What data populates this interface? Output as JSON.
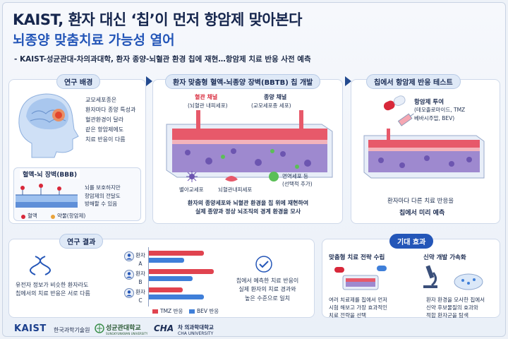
{
  "title": "KAIST, 환자 대신 ‘칩’이 먼저 항암제 맞아본다",
  "title_sub": "뇌종양 맞춤치료 가능성 열어",
  "subtitle": "- KAIST-성균관대-차의과대학,  환자 종양-뇌혈관 환경 칩에 재현…항암제 치료 반응 사전 예측",
  "background": {
    "heading": "연구 배경",
    "text": [
      "교모세포종은",
      "환자마다 종양 특성과",
      "혈관환경이 달라",
      "같은 항암제에도",
      "치료 반응이 다름"
    ],
    "bbb_title": "혈액-뇌 장벽(BBB)",
    "bbb_text": [
      "뇌를 보호하지만",
      "항암제의 전달도",
      "방해할 수 있음"
    ],
    "legend_blood": "혈액",
    "legend_drug": "약물(항암제)"
  },
  "chip": {
    "heading": "환자 맞춤형 혈액-뇌종양 장벽(BBTB) 칩 개발",
    "vessel_label": "혈관 채널",
    "vessel_sub": "(뇌혈관 내피세포)",
    "tumor_label": "종양 채널",
    "tumor_sub": "(교모세포종 세포)",
    "cell1": "별아교세포",
    "cell2": "뇌혈관내피세포",
    "cell3": "면역세포 등",
    "cell3_sub": "(선택적 추가)",
    "desc": [
      "환자의 종양세포와 뇌혈관 환경을 칩 위에 재현하여",
      "실제 종양과 정상 뇌조직의 경계 환경을 모사"
    ]
  },
  "test": {
    "heading": "칩에서 항암제 반응 테스트",
    "drug_title": "항암제 투여",
    "drug_text": [
      "(테모졸로마이드, TMZ",
      "베바시주맙, BEV)"
    ],
    "desc1": "환자마다 다른 치료 반응을",
    "desc2": "칩에서 미리 예측"
  },
  "results": {
    "heading": "연구 결과",
    "dna_text": [
      "유전자 정보가 비슷한 환자라도",
      "칩에서의 치료 반응은 서로 다름"
    ],
    "legend_tmz": "TMZ 반응",
    "legend_bev": "BEV 반응",
    "conclusion": [
      "칩에서 예측한 치료 반응이",
      "실제 환자의 치료 경과와",
      "높은 수준으로 일치"
    ]
  },
  "chart_data": {
    "type": "bar",
    "categories": [
      "환자 A",
      "환자 B",
      "환자 C"
    ],
    "series": [
      {
        "name": "TMZ 반응",
        "values": [
          0.78,
          0.92,
          0.48
        ]
      },
      {
        "name": "BEV 반응",
        "values": [
          0.5,
          0.62,
          0.78
        ]
      }
    ],
    "xlim": [
      0,
      1
    ]
  },
  "effects": {
    "heading": "기대 효과",
    "left_title": "맞춤형 치료 전략 수립",
    "left_text": [
      "여러 치료제를 칩에서 먼저",
      "시험 해보고 가장 효과적인",
      "치료 전략을 선택"
    ],
    "right_title": "신약 개발 가속화",
    "right_text": [
      "환자 환경을 모사한 칩에서",
      "신약 후보물질의 효과와",
      "적합 환자군을 탐색"
    ]
  },
  "footer": {
    "kaist": "KAIST",
    "kaist_sub": "한국과학기술원",
    "skku": "성균관대학교",
    "skku_sub": "SUNGKYUNKWAN UNIVERSITY",
    "cha": "CHA",
    "cha_name": "차 의과학대학교",
    "cha_sub": "CHA UNIVERSITY"
  },
  "colors": {
    "tmz": "#e0434f",
    "bev": "#3f7fd9",
    "accent": "#2456b8",
    "vessel": "#e7596a"
  }
}
